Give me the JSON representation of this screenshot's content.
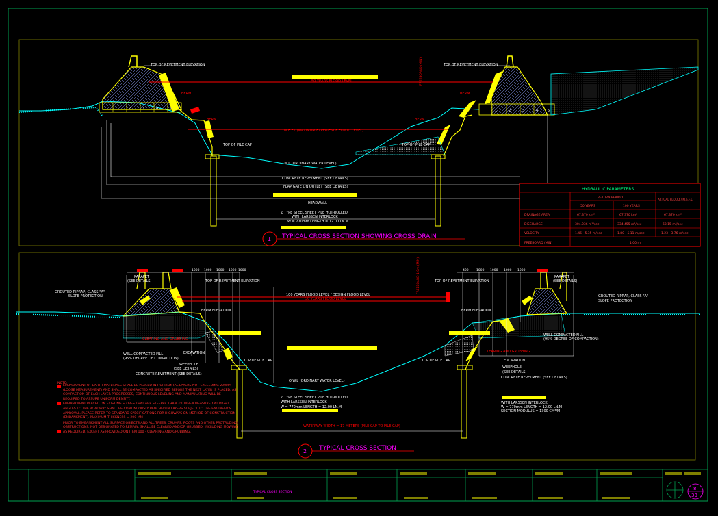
{
  "colors": {
    "background": "#000000",
    "frame": "#00a050",
    "embankment": "#ffff00",
    "riverbed": "#00ffff",
    "annotation": "#ffffff",
    "flood_line": "#ff0000",
    "table": "#ff0000",
    "title": "#ff00ff",
    "highlight": "#ffff00"
  },
  "section1": {
    "number": "1",
    "title": "TYPICAL  CROSS SECTION  SHOWING CROSS DRAIN",
    "labels": {
      "top_revetment_left": "TOP OF REVETMENT ELEVATION",
      "top_revetment_right": "TOP OF REVETMENT ELEVATION",
      "freeboard": "FREEBOARD (MIN)",
      "flood_50": "50 YEARS FLOOD LEVEL",
      "berm_left_upper": "BERM",
      "berm_left_lower": "BERM",
      "berm_right_upper": "BERM",
      "berm_right_lower": "BERM",
      "mefl": "M.E.F.L (MAXIMUM EXPERIENCE FLOOD LEVEL)",
      "pile_cap_left": "TOP OF PILE CAP",
      "pile_cap_right": "TOP OF PILE CAP",
      "owl": "O.W.L (ORDINARY WATER LEVEL)",
      "concrete_revetment": "CONCRETE REVETMENT (SEE DETAILS)",
      "flap_gate": "FLAP GATE ON OUTLET (SEE DETAILS)",
      "headwall": "HEADWALL",
      "sheet_pile_1": "Z TYPE STEEL SHEET PILE HOT-ROLLED,",
      "sheet_pile_2": "WITH LARSSEN INTERLOCK",
      "sheet_pile_3": "W = 770mm  LENGTH = 12.00 LN.M"
    }
  },
  "hydraulic_table": {
    "title": "HYDRAULIC PARAMETERS",
    "return_period": "RETURN PERIOD",
    "col_50": "50 YEARS",
    "col_100": "100 YEARS",
    "col_actual": "ACTUAL FLOOD / M.E.F.L.",
    "rows": [
      {
        "label": "DRAINAGE AREA",
        "v50": "67.370 km²",
        "v100": "67.370 km²",
        "actual": "67.370 km²"
      },
      {
        "label": "DISCHARGE",
        "v50": "304.036 m³/sec",
        "v100": "334.455 m³/sec",
        "actual": "63.15 m³/sec"
      },
      {
        "label": "VELOCITY",
        "v50": "1.46 - 5.35  m/sec",
        "v100": "1.80 - 5.11  m/sec",
        "actual": "1.23 - 3.76  m/sec"
      },
      {
        "label": "FREEBOARD (MIN)",
        "merged": "1.00 m"
      }
    ]
  },
  "section2": {
    "number": "2",
    "title": "TYPICAL  CROSS SECTION",
    "labels": {
      "parapet_left": "PARAPET",
      "parapet_left_sub": "(SEE DETAILS)",
      "parapet_right": "PARAPET",
      "parapet_right_sub": "(SEE DETAILS)",
      "top_revetment_left": "TOP OF REVETMENT ELEVATION",
      "top_revetment_right": "TOP OF REVETMENT ELEVATION",
      "riprap_left_1": "GROUTED RIPRAP, CLASS \"A\"",
      "riprap_left_2": "SLOPE PROTECTION",
      "riprap_right_1": "GROUTED RIPRAP, CLASS \"A\"",
      "riprap_right_2": "SLOPE PROTECTION",
      "flood_100": "100 YEARS FLOOD LEVEL / DESIGN FLOOD LEVEL",
      "flood_50": "50 YEARS FLOOD LEVEL",
      "freeboard": "FREEBOARD 1.0m (MIN)",
      "berm_left": "BERM ELEVATION",
      "berm_right": "BERM ELEVATION",
      "clearing_left": "CLEARING AND GRUBBING",
      "clearing_right": "CLEARING AND GRUBBING",
      "fill_left_1": "WELL COMPACTED FILL",
      "fill_left_2": "(95% DEGREE OF COMPACTION)",
      "fill_right_1": "WELL COMPACTED FILL",
      "fill_right_2": "(95% DEGREE OF COMPACTION)",
      "excavation_left": "EXCAVATION",
      "excavation_right": "EXCAVATION",
      "weephole_left": "WEEPHOLE",
      "weephole_left_sub": "(SEE DETAILS)",
      "weephole_right": "WEEPHOLE",
      "weephole_right_sub": "(SEE DETAILS)",
      "revetment_left": "CONCRETE REVETMENT (SEE DETAILS)",
      "revetment_right": "CONCRETE REVETMENT (SEE DETAILS)",
      "pile_cap_left": "TOP OF PILE CAP",
      "pile_cap_right": "TOP OF PILE CAP",
      "owl": "O.W.L (ORDINARY WATER LEVEL)",
      "sheet_pile_left_1": "Z TYPE STEEL SHEET PILE HOT-ROLLED,",
      "sheet_pile_left_2": "WITH LARSSEN INTERLOCK",
      "sheet_pile_left_3": "W = 770mm  LENGTH = 12.00 LN.M",
      "sheet_pile_right_1": "WITH LARSSEN INTERLOCK",
      "sheet_pile_right_2": "W = 770mm  LENGTH = 12.00 LN.M",
      "sheet_pile_right_3": "SECTION MODULUS = 1300 CM³/M",
      "waterway": "WATERWAY WIDTH = 17 METERS (PILE CAP TO PILE CAP)",
      "dims_left": [
        "1000",
        "1000",
        "1000",
        "1000",
        "1000"
      ],
      "dims_right": [
        "400",
        "1000",
        "1000",
        "1000",
        "1000"
      ]
    }
  },
  "notes": {
    "heading": "NOTE:",
    "items": [
      "EMBANKMENT OF EARTH MATERIALS SHALL BE PLACED IN HORIZONTAL LAYERS NOT EXCEEDING 200MM (LOOSE MEASUREMENT) AND SHALL BE COMPACTED AS SPECIFIED BEFORE THE NEXT LAYER IS PLACED. AS COMPACTION OF EACH LAYER PROGRESSES, CONTINUOUS LEVELING AND MANIPULATING WILL BE REQUIRED TO ASSURE UNIFORM DENSITY.",
      "EMBANKMENT PLACED ON EXISTING SLOPES THAT ARE STEEPER THAN 3:1 WHEN MEASURED AT RIGHT ANGLES TO THE ROADWAY SHALL BE CONTINUOUSLY BENCHED IN LAYERS SUBJECT TO THE ENGINEER'S APPROVAL. PLEASE REFER TO STANDARD SPECIFICATIONS FOR HIGHWAYS ON METHOD OF CONSTRUCTION (EMBANKMENT). MAXIMUM THICKNESS = 200 MM",
      "PRIOR TO EMBANKMENT ALL SURFACE OBJECTS AND ALL TREES, CRUMPS, ROOTS AND OTHER PROTRUDING OBSTRUCTIONS, NOT DESIGNATED TO REMAIN, SHALL BE CLEARED AND/OR GRUBBED, INCLUDING MOWING AS REQUIRED, EXCEPT AS PROVIDED ON ITEM 100 - CLEARING AND GRUBBING."
    ]
  },
  "title_block": {
    "drawing_title": "TYPICAL CROSS SECTION",
    "sheet_number": "8",
    "total_sheets": "33"
  }
}
